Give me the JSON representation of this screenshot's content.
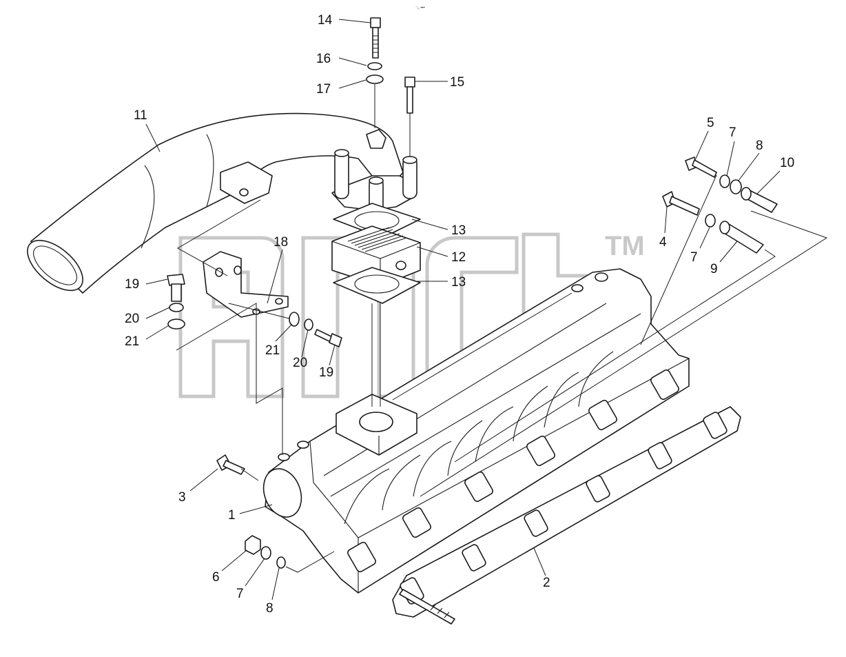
{
  "watermark": {
    "trademark": "TM"
  },
  "header_code": "⁻₀ •••",
  "callouts": [
    {
      "id": "c14",
      "label": "14"
    },
    {
      "id": "c16",
      "label": "16"
    },
    {
      "id": "c17",
      "label": "17"
    },
    {
      "id": "c15",
      "label": "15"
    },
    {
      "id": "c11",
      "label": "11"
    },
    {
      "id": "c5",
      "label": "5"
    },
    {
      "id": "c7a",
      "label": "7"
    },
    {
      "id": "c8a",
      "label": "8"
    },
    {
      "id": "c10",
      "label": "10"
    },
    {
      "id": "c13a",
      "label": "13"
    },
    {
      "id": "c4",
      "label": "4"
    },
    {
      "id": "c7b",
      "label": "7"
    },
    {
      "id": "c9",
      "label": "9"
    },
    {
      "id": "c18",
      "label": "18"
    },
    {
      "id": "c12",
      "label": "12"
    },
    {
      "id": "c19a",
      "label": "19"
    },
    {
      "id": "c13b",
      "label": "13"
    },
    {
      "id": "c20a",
      "label": "20"
    },
    {
      "id": "c21a",
      "label": "21"
    },
    {
      "id": "c21b",
      "label": "21"
    },
    {
      "id": "c20b",
      "label": "20"
    },
    {
      "id": "c19b",
      "label": "19"
    },
    {
      "id": "c3",
      "label": "3"
    },
    {
      "id": "c1",
      "label": "1"
    },
    {
      "id": "c2",
      "label": "2"
    },
    {
      "id": "c6",
      "label": "6"
    },
    {
      "id": "c7c",
      "label": "7"
    },
    {
      "id": "c8b",
      "label": "8"
    }
  ]
}
